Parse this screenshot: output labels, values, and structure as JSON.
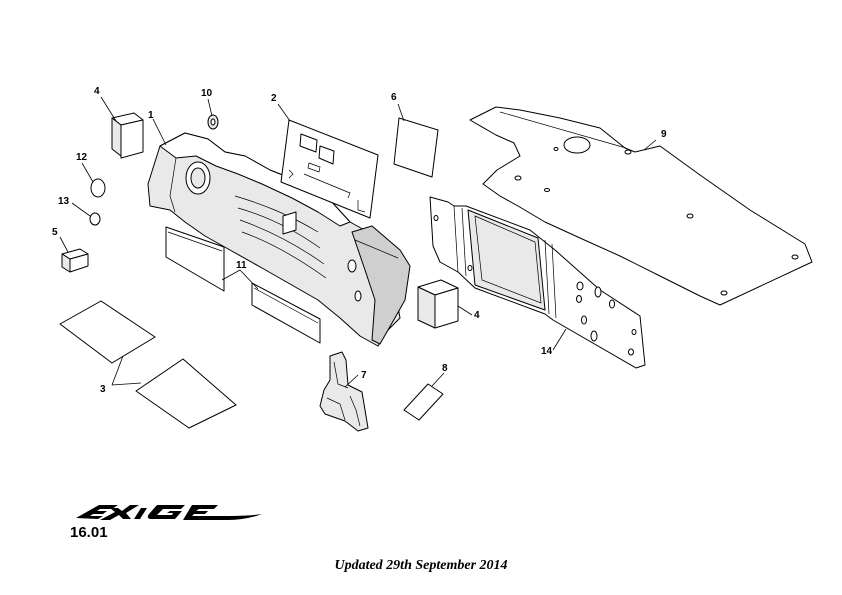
{
  "brand": {
    "logo_text": "EXIGE",
    "logo_icon": "exige-wordmark-logo"
  },
  "page_number": "16.01",
  "footer": {
    "updated_text": "Updated 29th September 2014"
  },
  "callouts": {
    "c1": "1",
    "c2": "2",
    "c3": "3",
    "c4a": "4",
    "c4b": "4",
    "c5": "5",
    "c6": "6",
    "c7": "7",
    "c8": "8",
    "c9": "9",
    "c10": "10",
    "c11": "11",
    "c12": "12",
    "c13": "13",
    "c14": "14"
  }
}
